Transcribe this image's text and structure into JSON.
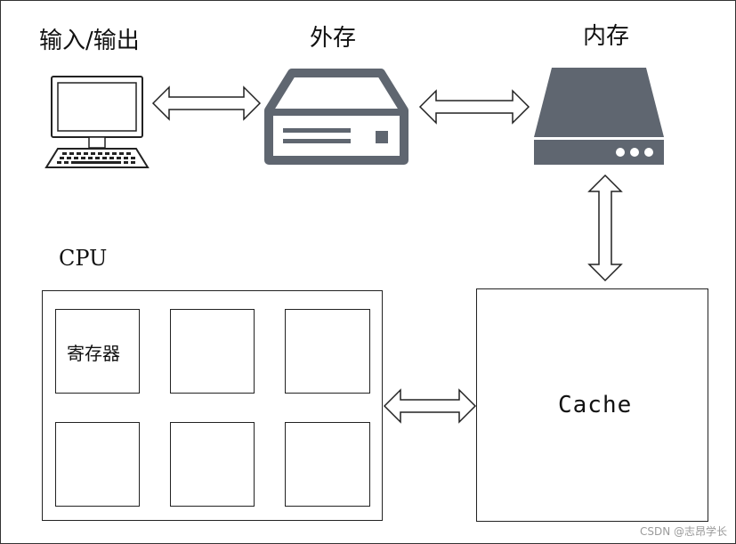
{
  "labels": {
    "io": "输入/输出",
    "external_storage": "外存",
    "memory": "内存",
    "cpu": "CPU",
    "register": "寄存器",
    "cache": "Cache"
  },
  "watermark": "CSDN @志昂学长",
  "colors": {
    "stroke": "#333333",
    "drive_dark": "#5f6670",
    "background": "#ffffff"
  },
  "icons": [
    "computer-icon",
    "hard-drive-icon",
    "memory-server-icon"
  ]
}
